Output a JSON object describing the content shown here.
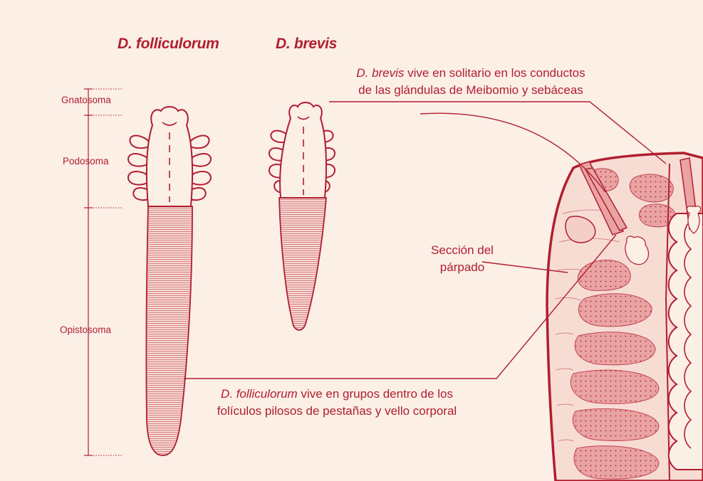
{
  "colors": {
    "background": "#fbefe6",
    "accent": "#b01e30",
    "fill_light": "#f4cfc7",
    "fill_mid": "#e9a3a3"
  },
  "titles": {
    "follicle": "D. folliculorum",
    "brevis": "D. brevis"
  },
  "segments": {
    "gnathosoma": "Gnatosoma",
    "podosoma": "Podosoma",
    "opisthosoma": "Opistosoma"
  },
  "callouts": {
    "brevis_species": "D. brevis",
    "brevis_text_1": "vive en solitario en los conductos",
    "brevis_text_2": "de las glándulas de Meibomio y sebáceas",
    "eyelid_1": "Sección del",
    "eyelid_2": "párpado",
    "follicle_species": "D. folliculorum",
    "follicle_text_1": "vive en grupos dentro de los",
    "follicle_text_2": "folículos pilosos de pestañas y vello corporal"
  }
}
